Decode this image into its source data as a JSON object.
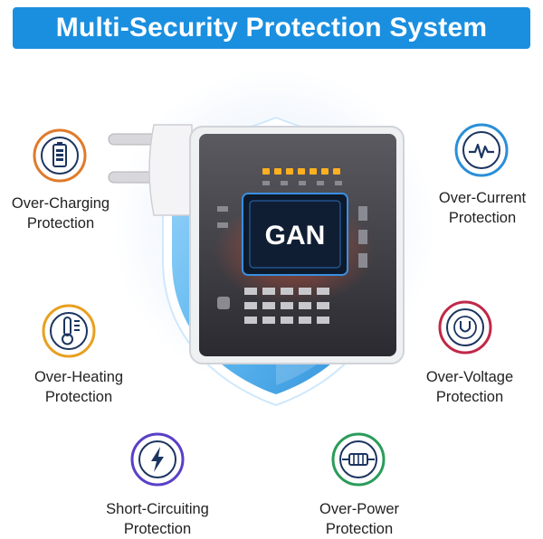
{
  "header": {
    "title": "Multi-Security Protection System"
  },
  "chip": {
    "label": "GAN"
  },
  "colors": {
    "banner": "#1a8fe0",
    "shield": "#5fb8f0",
    "charging": "#e07a2a",
    "current": "#2a8fd8",
    "heating": "#e8a020",
    "voltage": "#c02848",
    "short": "#5a3fc8",
    "power": "#2a9c5a"
  },
  "features": [
    {
      "id": "over-charging",
      "icon": "battery-icon",
      "line1": "Over-Charging",
      "line2": "Protection"
    },
    {
      "id": "over-current",
      "icon": "pulse-wave-icon",
      "line1": "Over-Current",
      "line2": "Protection"
    },
    {
      "id": "over-heating",
      "icon": "thermometer-icon",
      "line1": "Over-Heating",
      "line2": "Protection"
    },
    {
      "id": "over-voltage",
      "icon": "voltage-u-icon",
      "line1": "Over-Voltage",
      "line2": "Protection"
    },
    {
      "id": "short-circuiting",
      "icon": "lightning-bolt-icon",
      "line1": "Short-Circuiting",
      "line2": "Protection"
    },
    {
      "id": "over-power",
      "icon": "resistor-icon",
      "line1": "Over-Power",
      "line2": "Protection"
    }
  ]
}
